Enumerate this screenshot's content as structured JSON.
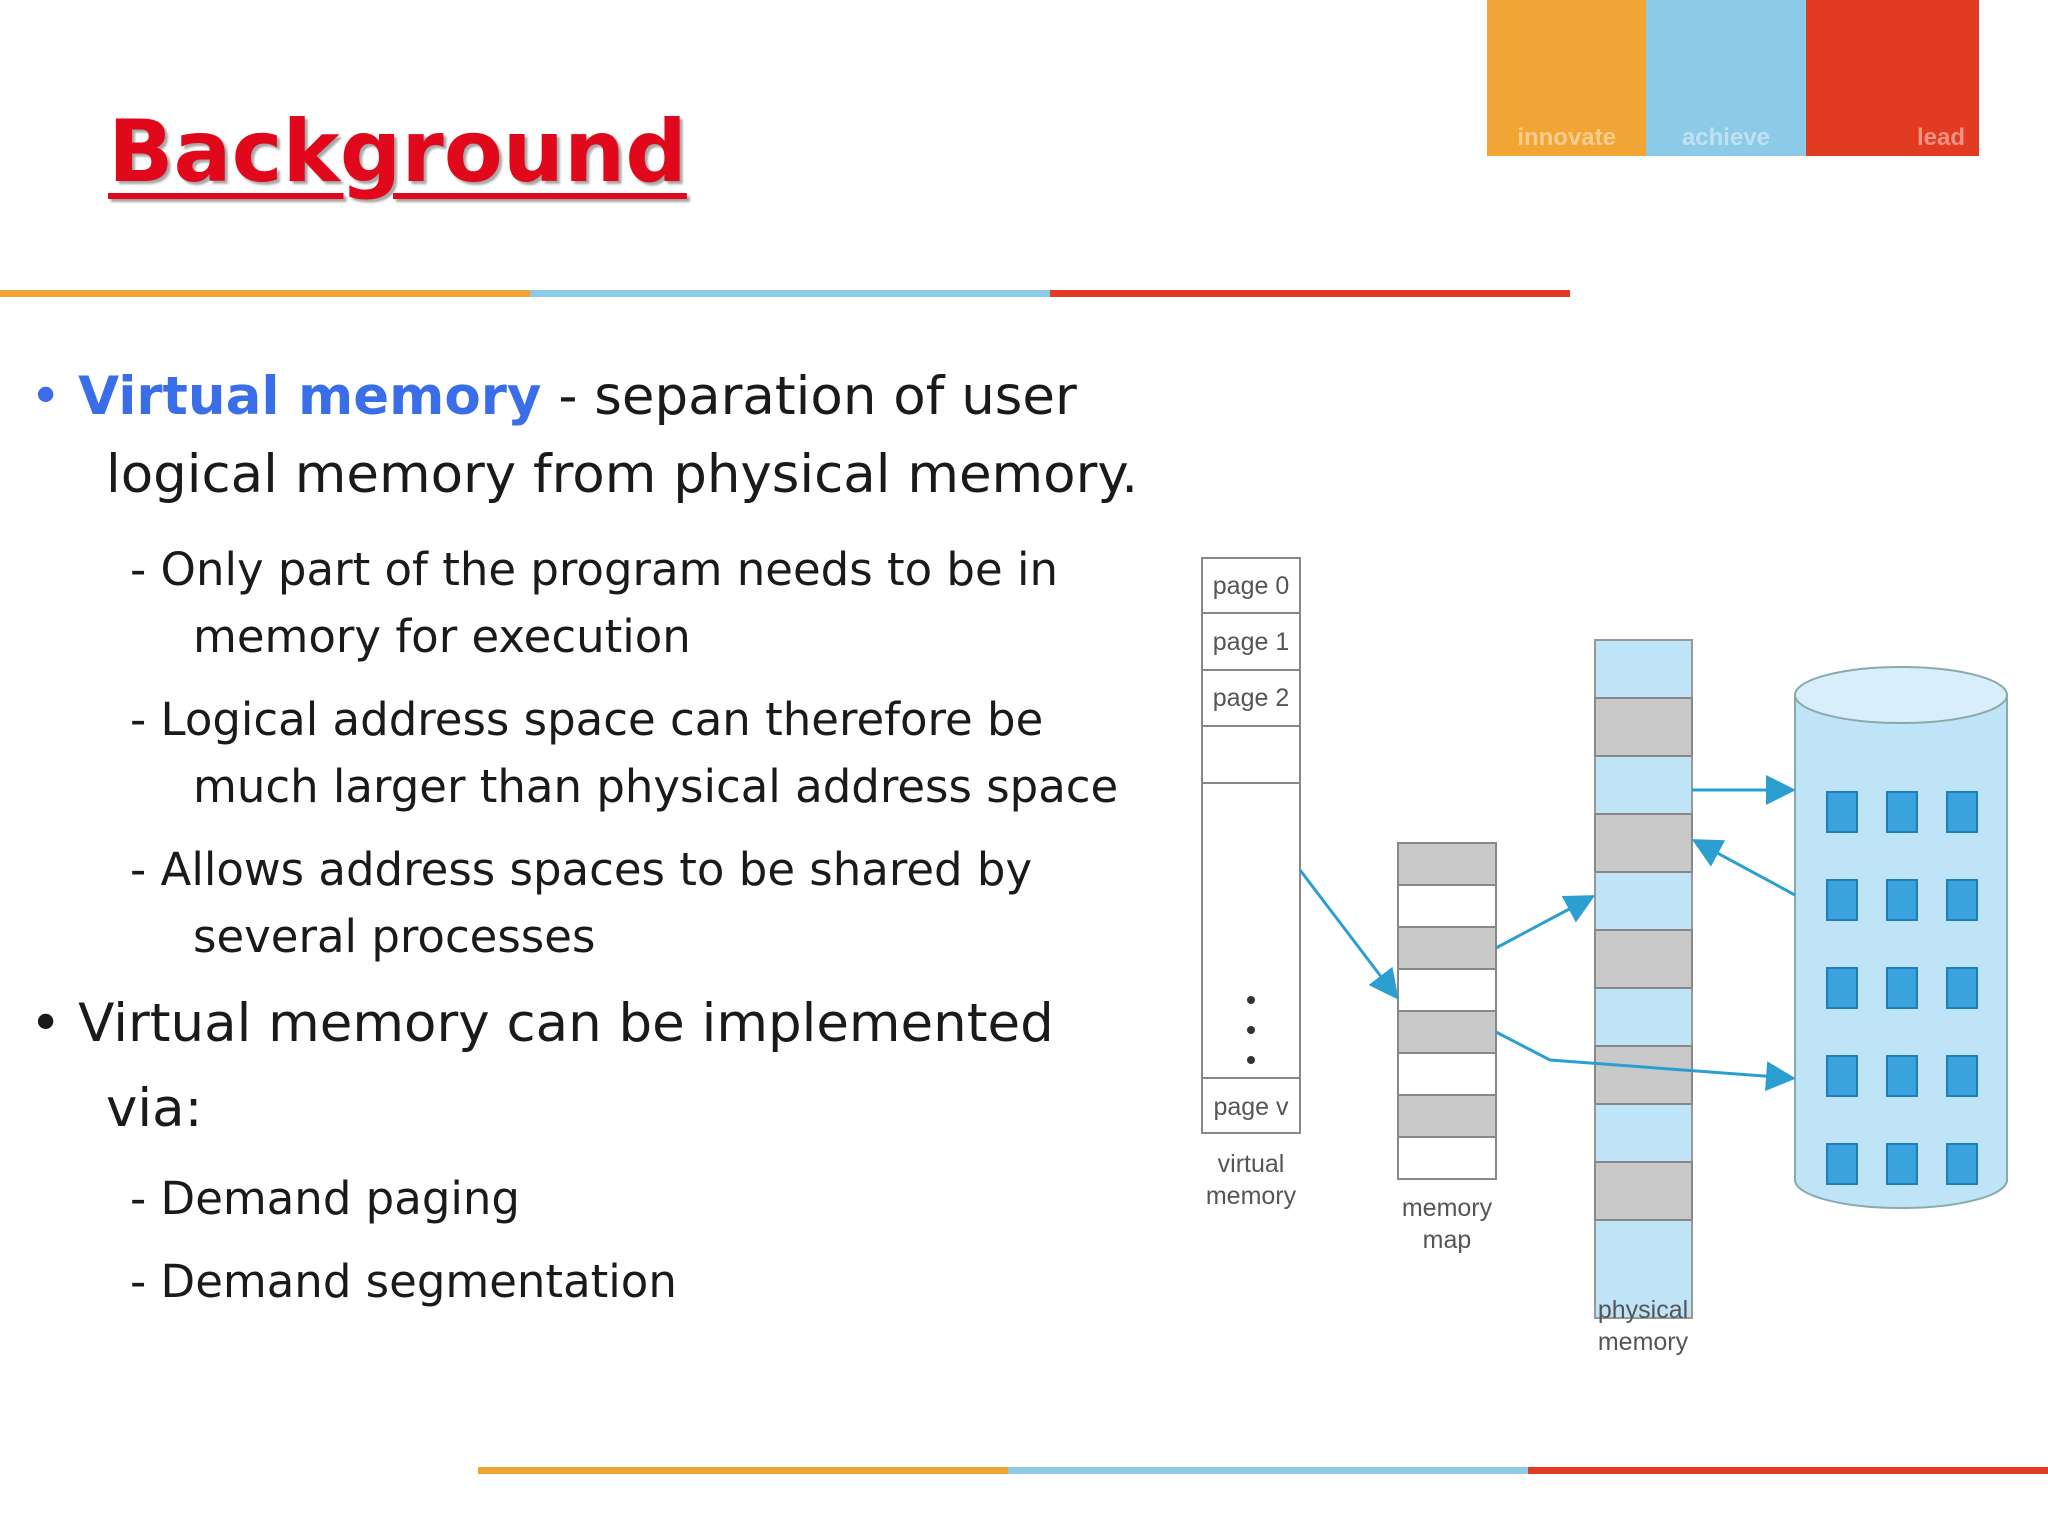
{
  "logo": {
    "words": [
      "innovate",
      "achieve",
      "lead"
    ],
    "colors": [
      "#f1a534",
      "#8bcbe8",
      "#e13b21"
    ]
  },
  "title": "Background",
  "bullets": [
    {
      "highlight": "Virtual memory",
      "lines": [
        " - separation of user",
        "logical memory from physical memory."
      ],
      "subs": [
        {
          "dash": "- ",
          "lines": [
            "Only part of the program needs to be in",
            "memory for execution"
          ]
        },
        {
          "dash": "- ",
          "lines": [
            "Logical address space can therefore be",
            "much larger than physical address space"
          ]
        },
        {
          "dash": "- ",
          "lines": [
            "Allows address spaces to be shared by",
            "several processes"
          ]
        }
      ]
    },
    {
      "lines": [
        "Virtual memory can be implemented",
        "via:"
      ],
      "subs": [
        {
          "dash": "- ",
          "lines": [
            "Demand paging"
          ]
        },
        {
          "dash": "- ",
          "lines": [
            "Demand segmentation"
          ]
        }
      ]
    }
  ],
  "diagram": {
    "pages": [
      "page 0",
      "page 1",
      "page 2",
      "page v"
    ],
    "virtual_label": [
      "virtual",
      "memory"
    ],
    "map_label": [
      "memory",
      "map"
    ],
    "physical_label": [
      "physical",
      "memory"
    ]
  },
  "colors": {
    "title": "#e0081a",
    "highlight": "#3a6ee8",
    "orange": "#f1a534",
    "blue": "#8bcbe8",
    "red": "#e13b21"
  }
}
